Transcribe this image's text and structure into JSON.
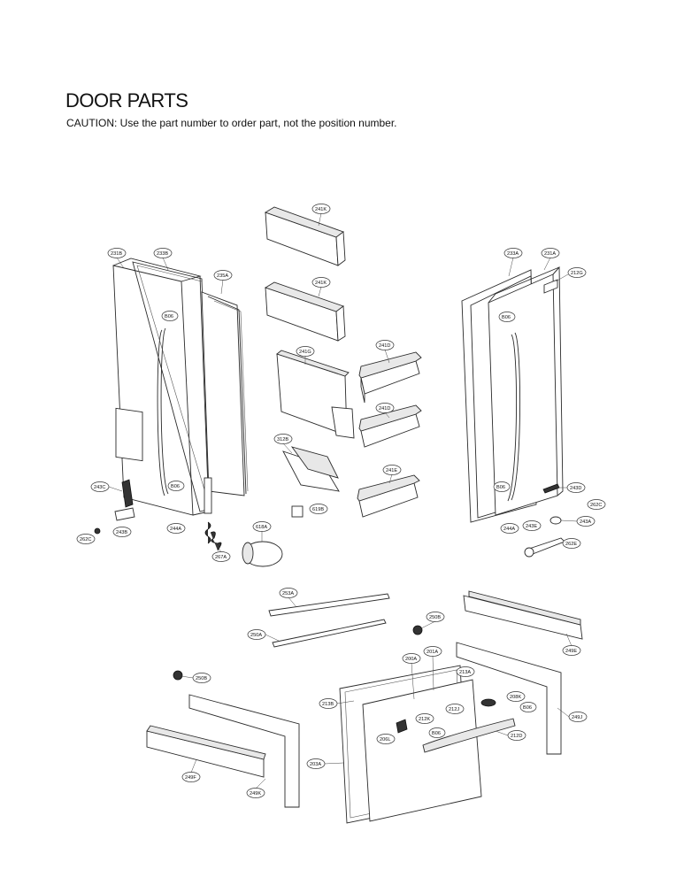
{
  "header": {
    "title": "DOOR PARTS",
    "caution": "CAUTION: Use the part number to order part, not the position number."
  },
  "callouts": {
    "c241K_top": "241K",
    "c241K_mid": "241K",
    "c231B": "231B",
    "c233B": "233B",
    "c235A": "235A",
    "cB06_left_top": "B06",
    "cB06_left_bot": "B06",
    "c241G": "241G",
    "c241D_top": "241D",
    "c241D_mid": "241D",
    "c312B": "312B",
    "c241E": "241E",
    "c233A": "233A",
    "c231A": "231A",
    "c212G": "212G",
    "cB06_right_top": "B06",
    "cB06_right_bot": "B06",
    "c243C": "243C",
    "c243B": "243B",
    "c262C_left": "262C",
    "c244A_left": "244A",
    "c619B": "619B",
    "c618A": "618A",
    "c267A": "267A",
    "c243D": "243D",
    "c262C_right": "262C",
    "c243A": "243A",
    "c243E": "243E",
    "c244A_right": "244A",
    "c262E": "262E",
    "c253A": "253A",
    "c250A": "250A",
    "c250B_top": "250B",
    "c249E": "249E",
    "c200A": "200A",
    "c201A": "201A",
    "c213A": "213A",
    "c250B_left": "250B",
    "c213B": "213B",
    "c208K": "208K",
    "cB06_drawer_right": "B06",
    "c212J": "212J",
    "c212K": "212K",
    "cB06_drawer": "B06",
    "c206L": "206L",
    "c212D": "212D",
    "c249J": "249J",
    "c203A": "203A",
    "c249F": "249F",
    "c249K": "249K"
  }
}
